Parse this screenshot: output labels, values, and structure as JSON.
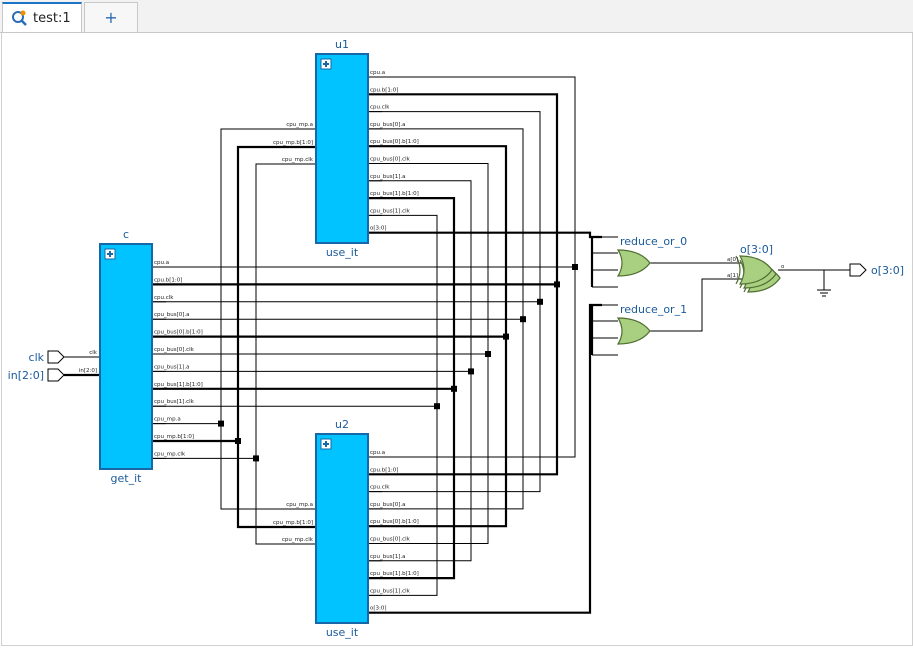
{
  "tabs": {
    "active_label": "test:1",
    "add_label": "+"
  },
  "colors": {
    "block": "#00c3ff",
    "block_border": "#1668a8",
    "label": "#1a5a9a",
    "gate": "#a9cf80",
    "gate_border": "#4f6e30"
  },
  "blocks": {
    "u1": {
      "name": "u1",
      "type": "use_it",
      "expand": "+"
    },
    "c": {
      "name": "c",
      "type": "get_it",
      "expand": "+"
    },
    "u2": {
      "name": "u2",
      "type": "use_it",
      "expand": "+"
    }
  },
  "ports": {
    "use_it_in": [
      "cpu_mp.a",
      "cpu_mp.b[1:0]",
      "cpu_mp.clk"
    ],
    "use_it_out": [
      "cpu.a",
      "cpu.b[1:0]",
      "cpu.clk",
      "cpu_bus[0].a",
      "cpu_bus[0].b[1:0]",
      "cpu_bus[0].clk",
      "cpu_bus[1].a",
      "cpu_bus[1].b[1:0]",
      "cpu_bus[1].clk",
      "o[3:0]"
    ],
    "get_it_in": [
      "clk",
      "in[2:0]"
    ],
    "get_it_out": [
      "cpu.a",
      "cpu.b[1:0]",
      "cpu.clk",
      "cpu_bus[0].a",
      "cpu_bus[0].b[1:0]",
      "cpu_bus[0].clk",
      "cpu_bus[1].a",
      "cpu_bus[1].b[1:0]",
      "cpu_bus[1].clk",
      "cpu_mp.a",
      "cpu_mp.b[1:0]",
      "cpu_mp.clk"
    ]
  },
  "io": {
    "clk": "clk",
    "in": "in[2:0]",
    "out": "o[3:0]"
  },
  "gates": {
    "reduce_or_0": "reduce_or_0",
    "reduce_or_1": "reduce_or_1",
    "xor": "o[3:0]",
    "xor_in0": "a[0]",
    "xor_in1": "a[1]",
    "xor_out": "o"
  }
}
